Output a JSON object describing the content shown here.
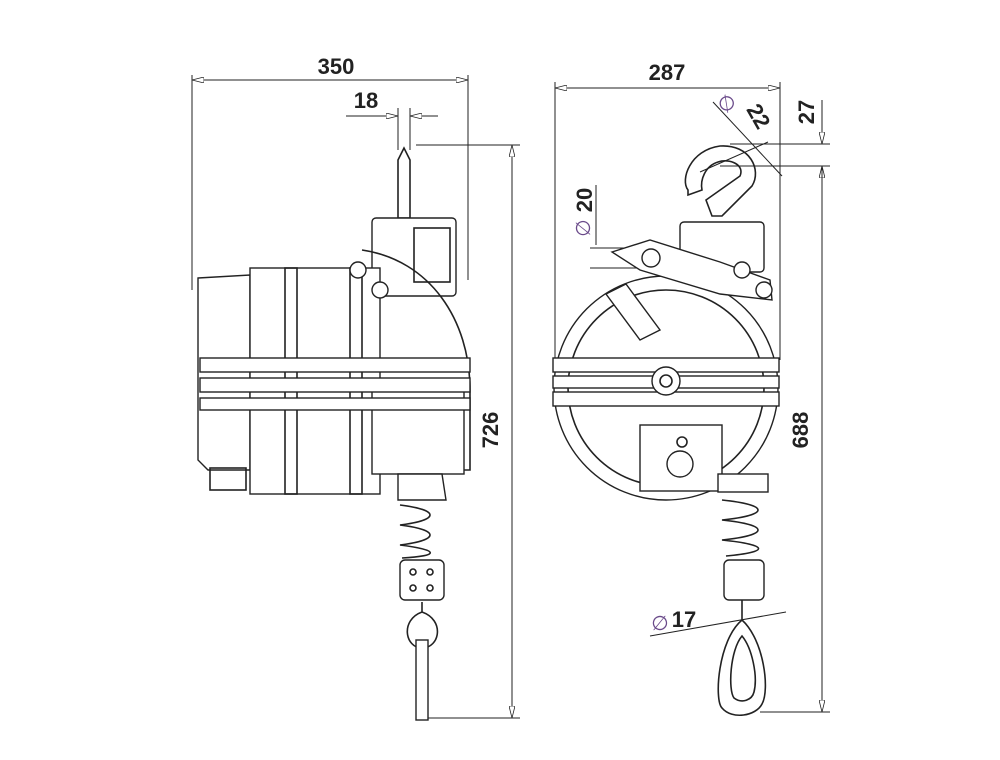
{
  "diagram": {
    "side_view": {
      "width_label": "350",
      "hook_width_label": "18",
      "height_label": "726"
    },
    "front_view": {
      "width_label": "287",
      "hook_diameter_label": "22",
      "hook_offset_label": "27",
      "top_hole_diameter_label": "20",
      "height_label": "688",
      "bottom_hook_diameter_label": "17",
      "diameter_symbol": "∅"
    }
  }
}
